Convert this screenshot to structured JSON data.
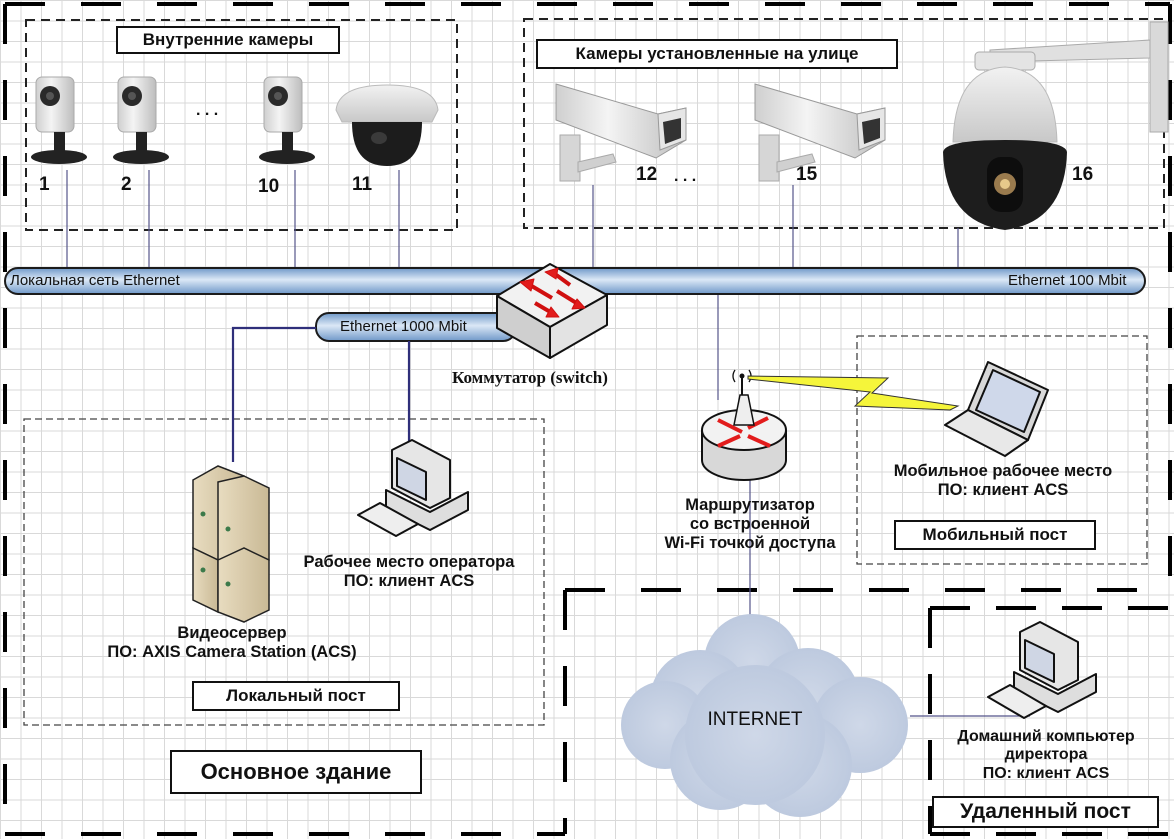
{
  "diagram": {
    "title": "Схема системы видеонаблюдения AXIS Camera Station",
    "colors": {
      "bus_fill": "#a9c6e6",
      "bus_stroke": "#1b1b1b",
      "link_line": "#2f2f7a",
      "wireless_bolt": "#f5f53a",
      "cloud_fill": "#c3cfe2",
      "arrow_red": "#e21c1c",
      "grid": "#d9d9d9"
    },
    "groups": {
      "indoor_cameras": {
        "label": "Внутренние камеры",
        "ellipsis": ". . ."
      },
      "outdoor_cameras": {
        "label": "Камеры установленные на улице",
        "ellipsis": ". . ."
      },
      "local_post": {
        "label": "Локальный пост"
      },
      "mobile_post": {
        "label": "Мобильный пост"
      },
      "remote_post": {
        "label": "Удаленный пост"
      },
      "main_building": {
        "label": "Основное здание"
      }
    },
    "cameras": [
      {
        "id": "1",
        "type": "indoor-cube-camera"
      },
      {
        "id": "2",
        "type": "indoor-cube-camera"
      },
      {
        "id": "10",
        "type": "indoor-cube-camera"
      },
      {
        "id": "11",
        "type": "indoor-dome-camera"
      },
      {
        "id": "12",
        "type": "outdoor-housing-camera"
      },
      {
        "id": "15",
        "type": "outdoor-housing-camera"
      },
      {
        "id": "16",
        "type": "ptz-dome-camera"
      }
    ],
    "buses": {
      "lan_label": "Локальная сеть Ethernet",
      "lan_speed": "Ethernet 100 Mbit",
      "gigabit_label": "Ethernet 1000 Mbit"
    },
    "nodes": {
      "switch": {
        "label": "Коммутатор (switch)"
      },
      "video_server": {
        "line1": "Видеосервер",
        "line2": "ПО: AXIS Camera Station (ACS)"
      },
      "operator_pc": {
        "line1": "Рабочее место оператора",
        "line2": "ПО: клиент ACS"
      },
      "router": {
        "line1": "Маршрутизатор",
        "line2": "со встроенной",
        "line3": "Wi-Fi точкой доступа"
      },
      "laptop": {
        "line1": "Мобильное рабочее место",
        "line2": "ПО: клиент ACS"
      },
      "internet": {
        "label": "INTERNET"
      },
      "home_pc": {
        "line1": "Домашний компьютер",
        "line2": "директора",
        "line3": "ПО: клиент ACS"
      }
    }
  }
}
